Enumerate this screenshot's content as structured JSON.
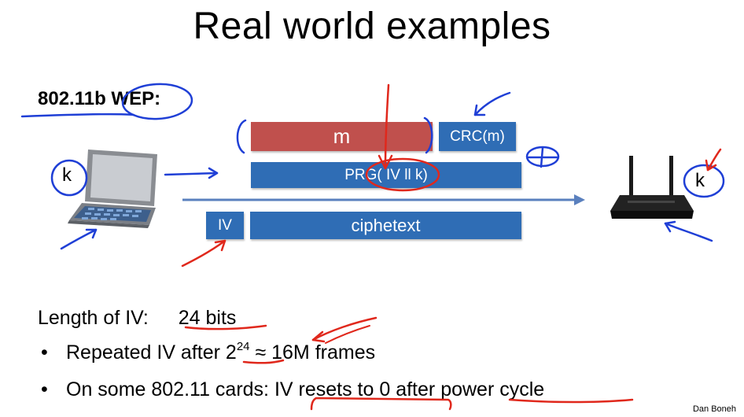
{
  "title": "Real world examples",
  "section": "802.11b WEP:",
  "diagram": {
    "m": "m",
    "crc": "CRC(m)",
    "prg": "PRG( IV ll k)",
    "iv": "IV",
    "ciphertext": "ciphetext",
    "key_laptop": "k",
    "key_router": "k",
    "plus_note": "+"
  },
  "text": {
    "length_label": "Length of IV:",
    "length_value": "24 bits",
    "bullet1_prefix": "Repeated IV after 2",
    "bullet1_exp": "24",
    "bullet1_suffix": " ≈ 16M frames",
    "bullet2_prefix": "On some 802.11 cards:  ",
    "bullet2_mid": "IV resets to 0",
    "bullet2_after": " after ",
    "bullet2_end": "power cycle",
    "bullet_symbol": "•"
  },
  "credit": "Dan Boneh",
  "colors": {
    "red_box": "#c0504d",
    "blue_box": "#2f6db5",
    "ink_blue": "#1f3fd6",
    "ink_red": "#e0281c"
  }
}
